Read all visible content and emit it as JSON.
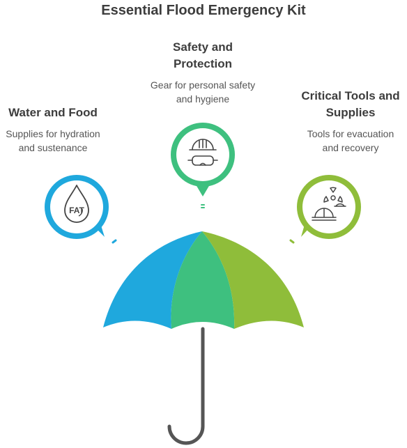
{
  "title": "Essential Flood Emergency Kit",
  "sections": [
    {
      "id": "water",
      "title": "Water and Food",
      "description_lines": [
        "Supplies for hydration",
        "and sustenance"
      ],
      "icon": "water-drop-fat-icon",
      "icon_text": "FAT",
      "color": "#1fa8dd"
    },
    {
      "id": "safety",
      "title_lines": [
        "Safety and",
        "Protection"
      ],
      "description_lines": [
        "Gear for personal safety",
        "and hygiene"
      ],
      "icon": "hard-hat-goggles-icon",
      "color": "#3ec07f"
    },
    {
      "id": "tools",
      "title_lines": [
        "Critical Tools and",
        "Supplies"
      ],
      "description_lines": [
        "Tools for evacuation",
        "and recovery"
      ],
      "icon": "radiation-hard-hat-icon",
      "color": "#8fbd3a"
    }
  ],
  "umbrella": {
    "panel_colors": [
      "#1fa8dd",
      "#3ec07f",
      "#8fbd3a"
    ],
    "handle_color": "#555555"
  }
}
